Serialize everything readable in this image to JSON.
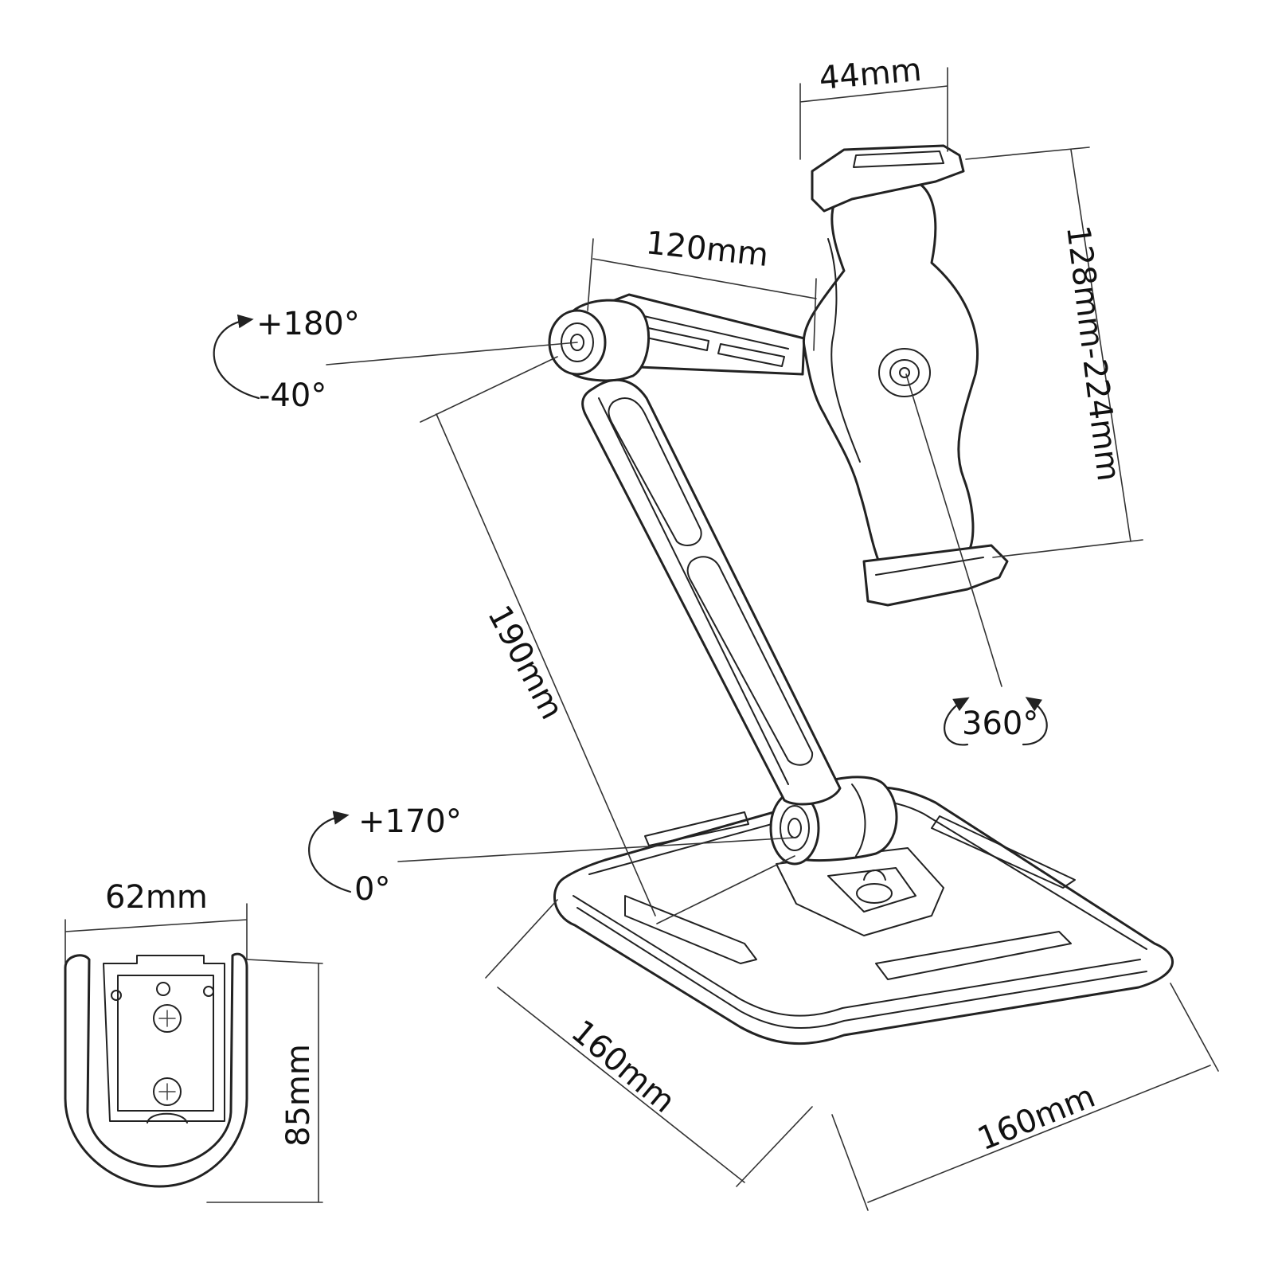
{
  "labels": {
    "holder_width": "44mm",
    "holder_range": "128mm-224mm",
    "upper_arm": "120mm",
    "lower_arm": "190mm",
    "top_rotation_plus": "+180°",
    "top_rotation_minus": "-40°",
    "bottom_rotation_plus": "+170°",
    "bottom_rotation_zero": "0°",
    "holder_rotation": "360°",
    "base_depth": "160mm",
    "base_width": "160mm",
    "clip_width": "62mm",
    "clip_height": "85mm"
  },
  "colors": {
    "line": "#222222",
    "background": "#ffffff"
  }
}
